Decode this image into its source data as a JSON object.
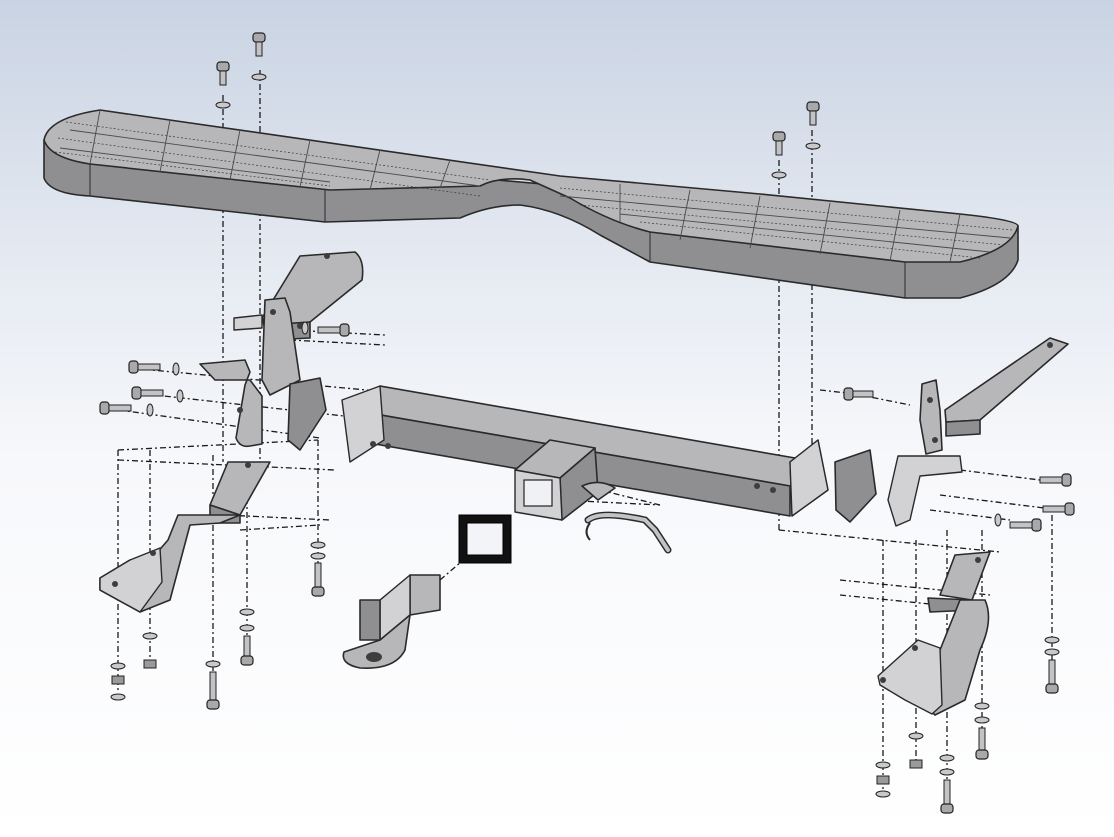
{
  "diagram": {
    "kind": "exploded-assembly",
    "parts": [
      "step-plate",
      "left-upper-bracket",
      "right-upper-bracket",
      "hitch-crossbar",
      "receiver-tube",
      "receiver-collar",
      "ball-mount",
      "hitch-pin",
      "left-lower-bracket",
      "right-lower-bracket",
      "bolt-set"
    ],
    "colors": {
      "background_top": "#c9d3e3",
      "background_bottom": "#ffffff",
      "metal": "#b7b7b9",
      "edge": "#2a2a2a",
      "collar": "#111111"
    }
  }
}
